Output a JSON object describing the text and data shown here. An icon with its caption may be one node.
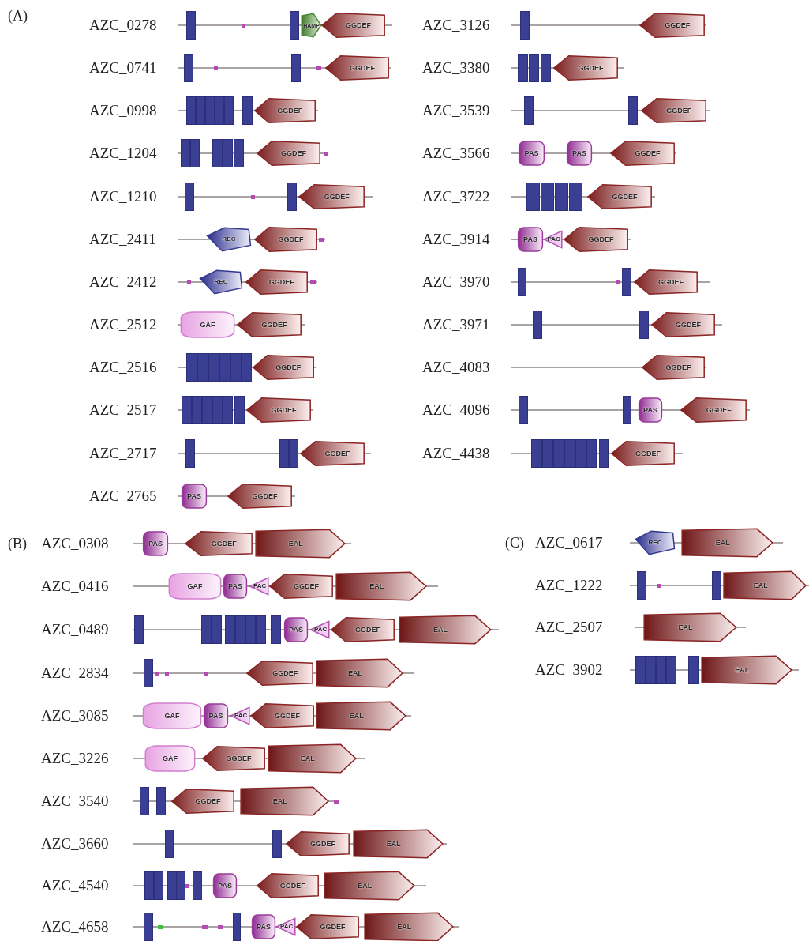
{
  "diagram": {
    "nodes": [
      {
        "text": [
          "HAMP"
        ]
      },
      {
        "text": [
          "GGDEF"
        ]
      },
      {
        "text": [
          "GGDEF"
        ]
      },
      {
        "text": [
          "GGDEF"
        ]
      },
      {
        "text": [
          "GGDEF"
        ]
      },
      {
        "text": [
          "GGDEF"
        ]
      },
      {
        "text": [
          "REC"
        ]
      },
      {
        "text": [
          "GGDEF"
        ]
      },
      {
        "text": [
          "REC"
        ]
      },
      {
        "text": [
          "GGDEF"
        ]
      },
      {
        "text": [
          "GAF"
        ]
      },
      {
        "text": [
          "GGDEF"
        ]
      },
      {
        "text": [
          "GGDEF"
        ]
      },
      {
        "text": [
          "GGDEF"
        ]
      },
      {
        "text": [
          "GGDEF"
        ]
      },
      {
        "text": [
          "PAS"
        ]
      },
      {
        "text": [
          "GGDEF"
        ]
      },
      {
        "text": [
          "GGDEF"
        ]
      },
      {
        "text": [
          "GGDEF"
        ]
      },
      {
        "text": [
          "GGDEF"
        ]
      },
      {
        "text": [
          "PAS"
        ]
      },
      {
        "text": [
          "PAS"
        ]
      },
      {
        "text": [
          "GGDEF"
        ]
      },
      {
        "text": [
          "GGDEF"
        ]
      },
      {
        "text": [
          "PAS"
        ]
      },
      {
        "text": [
          "PAC"
        ]
      },
      {
        "text": [
          "GGDEF"
        ]
      },
      {
        "text": [
          "GGDEF"
        ]
      },
      {
        "text": [
          "GGDEF"
        ]
      },
      {
        "text": [
          "GGDEF"
        ]
      },
      {
        "text": [
          "PAS"
        ]
      },
      {
        "text": [
          "GGDEF"
        ]
      },
      {
        "text": [
          "GGDEF"
        ]
      },
      {
        "text": [
          "PAS"
        ]
      },
      {
        "text": [
          "GGDEF"
        ]
      },
      {
        "text": [
          "EAL"
        ]
      },
      {
        "text": [
          "GAF"
        ]
      },
      {
        "text": [
          "PAS"
        ]
      },
      {
        "text": [
          "PAC"
        ]
      },
      {
        "text": [
          "GGDEF"
        ]
      },
      {
        "text": [
          "EAL"
        ]
      },
      {
        "text": [
          "PAS"
        ]
      },
      {
        "text": [
          "PAC"
        ]
      },
      {
        "text": [
          "GGDEF"
        ]
      },
      {
        "text": [
          "EAL"
        ]
      },
      {
        "text": [
          "GGDEF"
        ]
      },
      {
        "text": [
          "EAL"
        ]
      },
      {
        "text": [
          "GAF"
        ]
      },
      {
        "text": [
          "PAS"
        ]
      },
      {
        "text": [
          "PAC"
        ]
      },
      {
        "text": [
          "GGDEF"
        ]
      },
      {
        "text": [
          "EAL"
        ]
      },
      {
        "text": [
          "GAF"
        ]
      },
      {
        "text": [
          "GGDEF"
        ]
      },
      {
        "text": [
          "EAL"
        ]
      },
      {
        "text": [
          "GGDEF"
        ]
      },
      {
        "text": [
          "EAL"
        ]
      },
      {
        "text": [
          "GGDEF"
        ]
      },
      {
        "text": [
          "EAL"
        ]
      },
      {
        "text": [
          "PAS"
        ]
      },
      {
        "text": [
          "GGDEF"
        ]
      },
      {
        "text": [
          "EAL"
        ]
      },
      {
        "text": [
          "PAS"
        ]
      },
      {
        "text": [
          "PAC"
        ]
      },
      {
        "text": [
          "GGDEF"
        ]
      },
      {
        "text": [
          "EAL"
        ]
      },
      {
        "text": [
          "REC"
        ]
      },
      {
        "text": [
          "EAL"
        ]
      },
      {
        "text": [
          "EAL"
        ]
      },
      {
        "text": [
          "EAL"
        ]
      },
      {
        "text": [
          "EAL"
        ]
      }
    ],
    "labels": [
      "(A)",
      "AZC_0278",
      "AZC_0741",
      "AZC_0998",
      "AZC_1204",
      "AZC_1210",
      "AZC_2411",
      "AZC_2412",
      "AZC_2512",
      "AZC_2516",
      "AZC_2517",
      "AZC_2717",
      "AZC_2765",
      "AZC_3126",
      "AZC_3380",
      "AZC_3539",
      "AZC_3566",
      "AZC_3722",
      "AZC_3914",
      "AZC_3970",
      "AZC_3971",
      "AZC_4083",
      "AZC_4096",
      "AZC_4438",
      "(B)",
      "AZC_0308",
      "AZC_0416",
      "AZC_0489",
      "AZC_2834",
      "AZC_3085",
      "AZC_3226",
      "AZC_3540",
      "AZC_3660",
      "AZC_4540",
      "AZC_4658",
      "(C)",
      "AZC_0617",
      "AZC_1222",
      "AZC_2507",
      "AZC_3902"
    ]
  }
}
